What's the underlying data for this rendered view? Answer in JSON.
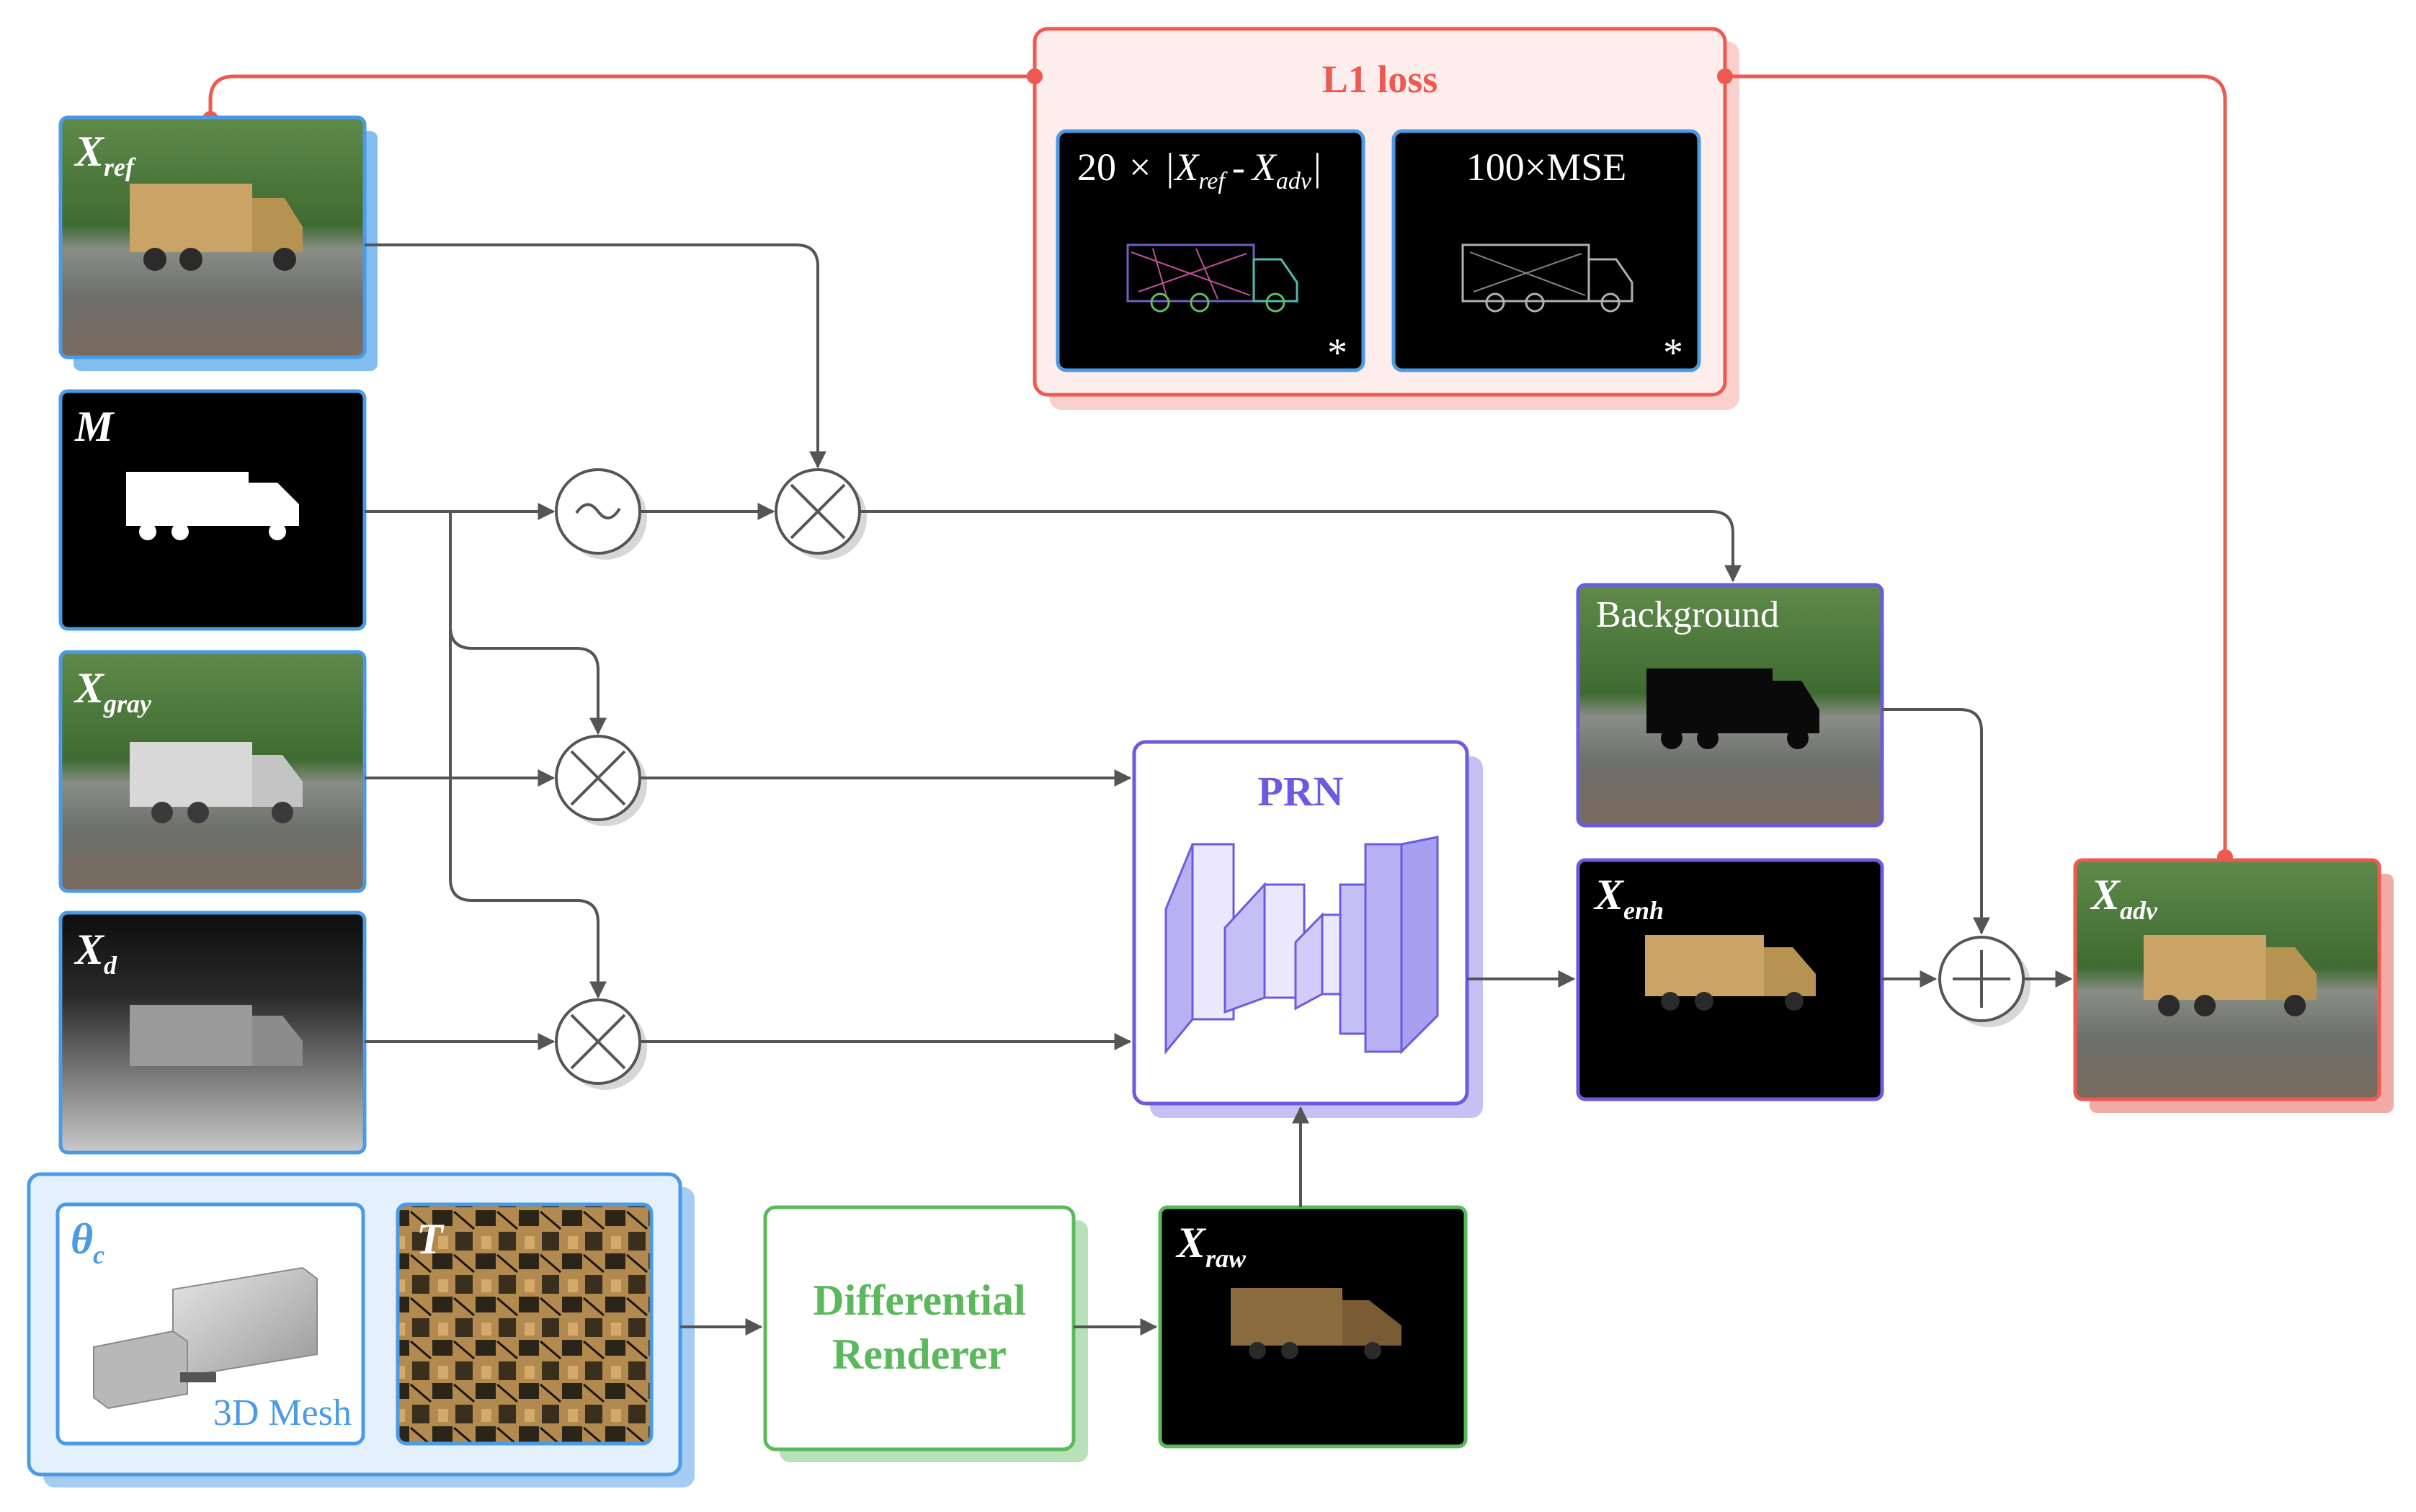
{
  "loss": {
    "title": "L1 loss",
    "term1": {
      "coef": "20",
      "times": "×",
      "var_a": "X",
      "sub_a": "ref",
      "minus": "-",
      "var_b": "X",
      "sub_b": "adv"
    },
    "term2": {
      "text": "100×MSE"
    },
    "star": "*"
  },
  "inputs": {
    "xref": {
      "var": "X",
      "sub": "ref"
    },
    "mask": {
      "var": "M"
    },
    "xgray": {
      "var": "X",
      "sub": "gray"
    },
    "xd": {
      "var": "X",
      "sub": "d"
    }
  },
  "mesh_group": {
    "theta": {
      "var": "θ",
      "sub": "c"
    },
    "mesh_label": "3D Mesh",
    "texture": {
      "var": "T"
    }
  },
  "renderer": {
    "line1": "Differential",
    "line2": "Renderer"
  },
  "xraw": {
    "var": "X",
    "sub": "raw"
  },
  "prn": {
    "title": "PRN"
  },
  "background": {
    "label": "Background"
  },
  "xenh": {
    "var": "X",
    "sub": "enh"
  },
  "xadv": {
    "var": "X",
    "sub": "adv"
  },
  "colors": {
    "red": "#ee5a4f",
    "blue": "#4a9ae6",
    "purple": "#6a5be0",
    "green": "#5cb85c",
    "gray_line": "#555555"
  }
}
